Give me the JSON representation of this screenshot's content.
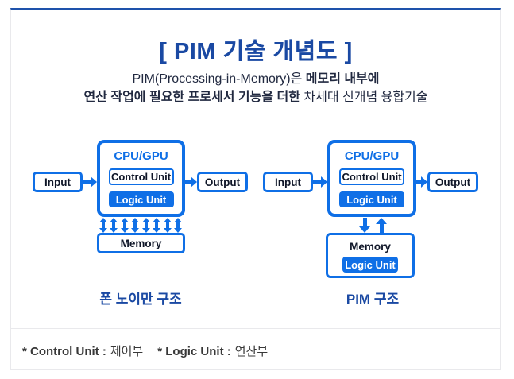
{
  "page": {
    "title": "[ PIM 기술 개념도 ]",
    "subtitle": {
      "line1_normal": "PIM(Processing-in-Memory)은 ",
      "line1_bold": "메모리 내부에",
      "line2_bold": "연산 작업에 필요한 프로세서 기능을 더한 ",
      "line2_normal": "차세대 신개념 융합기술"
    }
  },
  "diagrams": [
    {
      "caption": "폰 노이만 구조",
      "input": "Input",
      "output": "Output",
      "cpu": "CPU/GPU",
      "control_unit": "Control Unit",
      "logic_unit": "Logic Unit",
      "memory": "Memory"
    },
    {
      "caption": "PIM 구조",
      "input": "Input",
      "output": "Output",
      "cpu": "CPU/GPU",
      "control_unit": "Control Unit",
      "logic_unit": "Logic Unit",
      "memory": "Memory",
      "memory_logic_unit": "Logic Unit"
    }
  ],
  "footnotes": [
    {
      "label": "* Control Unit :",
      "value": "제어부"
    },
    {
      "label": "* Logic Unit :",
      "value": "연산부"
    }
  ],
  "colors": {
    "accent_blue": "#0f6fe6",
    "deep_blue": "#1a49a3",
    "top_border_blue": "#1e52ab",
    "body_text_navy": "#212940",
    "box_text_dark": "#0f1628",
    "footer_gray": "#383838",
    "frame_border_gray": "#e9e9ec"
  }
}
